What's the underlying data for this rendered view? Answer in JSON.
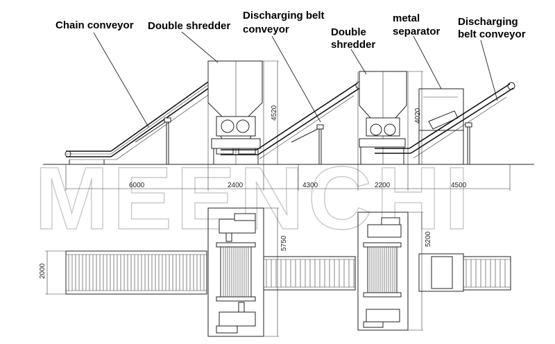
{
  "labels": {
    "chain_conveyor": "Chain conveyor",
    "double_shredder_1": "Double shredder",
    "discharging_belt_conveyor_1_line1": "Discharging belt",
    "discharging_belt_conveyor_1_line2": "conveyor",
    "double_shredder_2_line1": "Double",
    "double_shredder_2_line2": "shredder",
    "metal_separator_line1": "metal",
    "metal_separator_line2": "separator",
    "discharging_belt_conveyor_2_line1": "Discharging",
    "discharging_belt_conveyor_2_line2": "belt conveyor"
  },
  "dimensions": {
    "chain_conveyor_length": "6000",
    "shredder_1_width": "2400",
    "belt_conveyor_1_length": "4300",
    "shredder_2_width": "2200",
    "belt_conveyor_2_length": "4500",
    "shredder_1_height": "4520",
    "shredder_2_height": "4020",
    "plan_height_1": "5750",
    "plan_height_2": "5200",
    "conveyor_width": "2000"
  },
  "watermark": "MEENCHI"
}
